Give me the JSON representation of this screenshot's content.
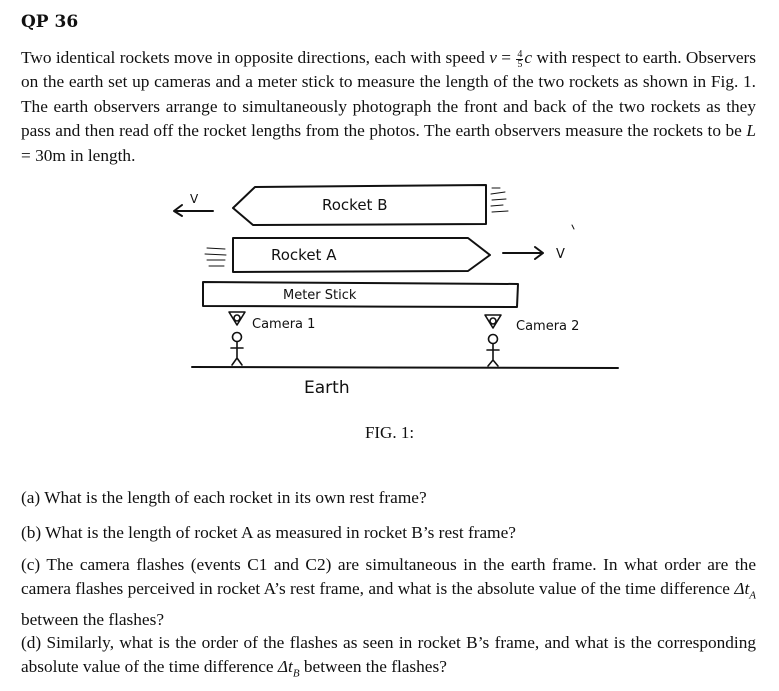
{
  "title": "QP 36",
  "intro": {
    "part1": "Two identical rockets move in opposite directions, each with speed ",
    "speed_var": "v",
    "equals": " = ",
    "frac_num": "4",
    "frac_den": "5",
    "speed_unit": "c",
    "part2": " with respect to earth. Observers on the earth set up cameras and a meter stick to measure the length of the two rockets as shown in Fig. 1. The earth observers arrange to simultaneously photograph the front and back of the two rockets as they pass and then read off the rocket lengths from the photos. The earth observers measure the rockets to be ",
    "length_var": "L",
    "length_val": " = 30m",
    "part3": " in length."
  },
  "figure": {
    "rocket_b_label": "Rocket B",
    "rocket_a_label": "Rocket A",
    "meter_stick_label": "Meter Stick",
    "camera1_label": "Camera 1",
    "camera2_label": "Camera 2",
    "earth_label": "Earth",
    "velocity_left_label": "V",
    "velocity_right_label": "V",
    "caption": "FIG. 1:"
  },
  "questions": {
    "a": "(a) What is the length of each rocket in its own rest frame?",
    "b": "(b) What is the length of rocket A as measured in rocket B’s rest frame?",
    "c1": "(c) The camera flashes (events C1 and C2) are simultaneous in the earth frame. In what order are the camera flashes perceived in rocket A’s rest frame, and what is the absolute value of the time difference ",
    "c_var": "Δt",
    "c_sub": "A",
    "c2": " between the flashes?",
    "d1": "(d) Similarly, what is the order of the flashes as seen in rocket B’s frame, and what is the corresponding absolute value of the time difference ",
    "d_var": "Δt",
    "d_sub": "B",
    "d2": " between the flashes?"
  }
}
